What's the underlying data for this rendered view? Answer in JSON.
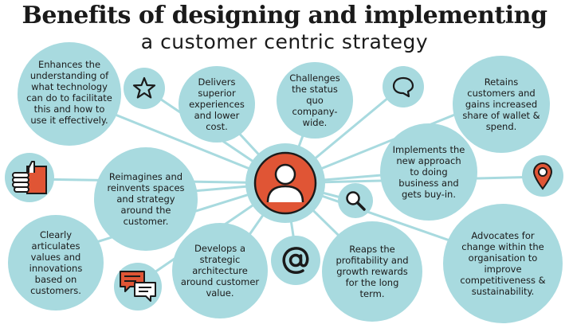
{
  "title": "Benefits of designing and implementing",
  "subtitle": "a customer centric strategy",
  "benefits": [
    "Enhances the understanding of what technology can do to facilitate this and how to use it effectively.",
    "Delivers superior experiences and lower cost.",
    "Challenges the status quo company-wide.",
    "Retains customers and gains increased share of wallet & spend.",
    "Implements the new approach to doing business and gets buy-in.",
    "Reimagines and reinvents spaces and strategy around the customer.",
    "Clearly articulates values and innovations based on customers.",
    "Develops a strategic architecture around customer value.",
    "Reaps the profitability and growth rewards for the long term.",
    "Advocates for change within the organisation to improve competitiveness & sustainability."
  ],
  "icons": [
    "star-icon",
    "speech-bubble-icon",
    "thumbs-up-icon",
    "location-pin-icon",
    "magnifier-icon",
    "at-sign-icon",
    "chat-icon",
    "customer-avatar-icon"
  ],
  "colors": {
    "bubble": "#a8dadf",
    "accent": "#e05535",
    "text": "#1a1a1a"
  }
}
